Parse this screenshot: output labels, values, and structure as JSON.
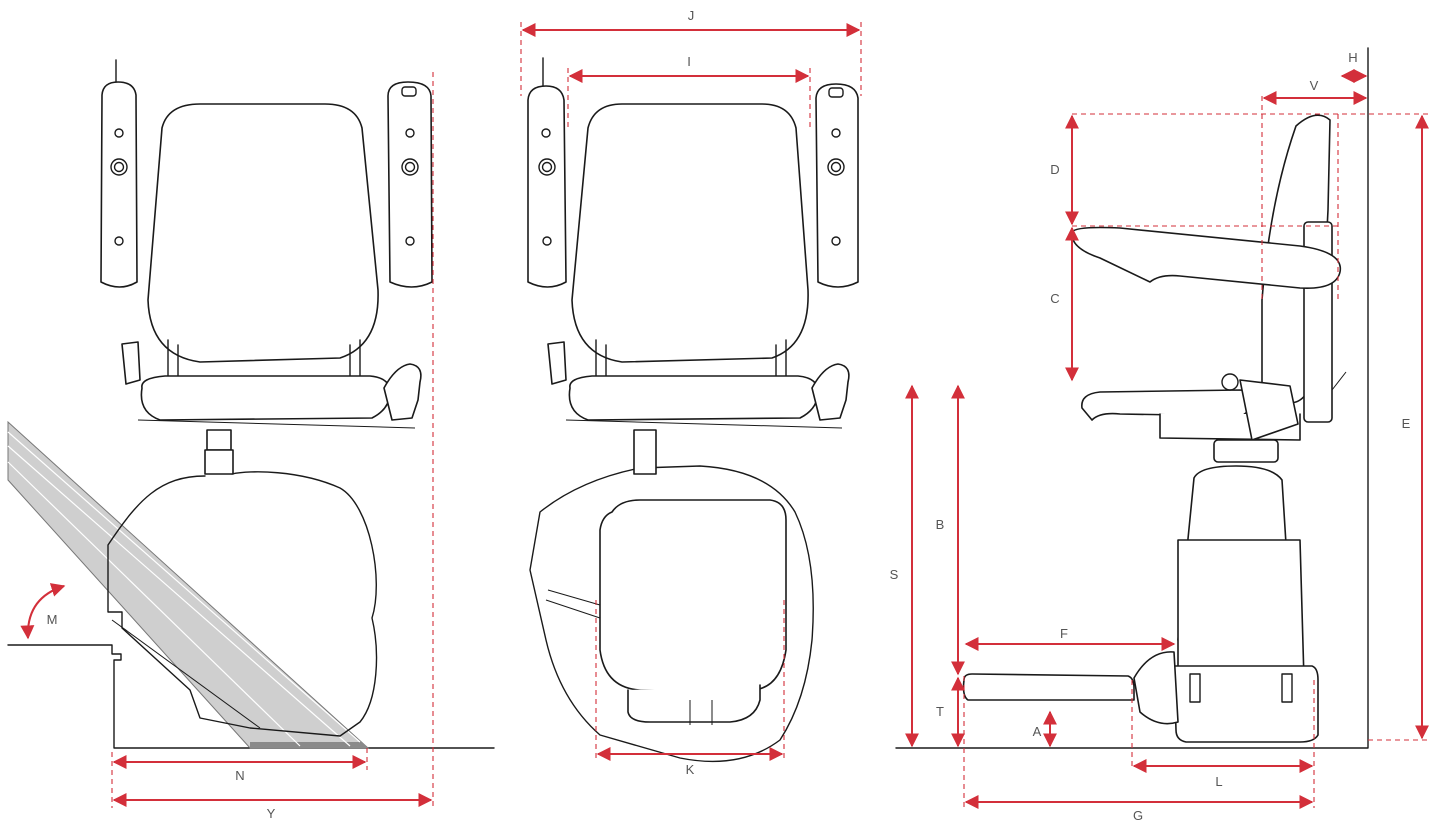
{
  "colors": {
    "dimension": "#d32f3a",
    "outline": "#1a1a1a",
    "rail": "#cfcfcf",
    "rail_dark": "#8a8a8a",
    "label": "#555555"
  },
  "labels": {
    "A": "A",
    "B": "B",
    "C": "C",
    "D": "D",
    "E": "E",
    "F": "F",
    "G": "G",
    "H": "H",
    "I": "I",
    "J": "J",
    "K": "K",
    "L": "L",
    "M": "M",
    "N": "N",
    "S": "S",
    "T": "T",
    "V": "V",
    "Y": "Y"
  }
}
